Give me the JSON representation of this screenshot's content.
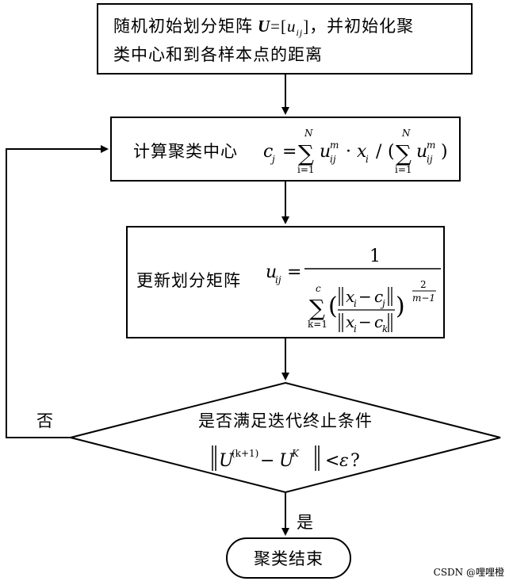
{
  "steps": {
    "init": {
      "line1": "随机初始划分矩阵",
      "line1_formula_U": "U",
      "line1_formula_eq": "=[",
      "line1_formula_u": "u",
      "line1_formula_sub": "ij",
      "line1_formula_close": "]",
      "line1_tail": "，并初始化聚",
      "line2": "类中心和到各样本点的距离"
    },
    "compute_centers": {
      "label": "计算聚类中心",
      "formula": {
        "c": "c",
        "c_sub": "j",
        "equals": "=",
        "sum_top": "N",
        "sum_bottom": "i=1",
        "u": "u",
        "u_sup": "m",
        "u_sub": "ij",
        "dot": "·",
        "x": "x",
        "x_sub": "i",
        "slash": "/",
        "open_paren": "(",
        "close_paren": ")"
      }
    },
    "update_matrix": {
      "label": "更新划分矩阵",
      "formula": {
        "u": "u",
        "u_sub": "ij",
        "equals": "=",
        "numerator": "1",
        "sum_top": "c",
        "sum_bottom": "k=1",
        "open_paren": "(",
        "close_paren": ")",
        "top_expr": "x",
        "top_sub": "i",
        "top_minus": " − ",
        "top_c": "c",
        "top_c_sub": "j",
        "bottom_expr": "x",
        "bottom_sub": "i",
        "bottom_minus": " − ",
        "bottom_c": "c",
        "bottom_c_sub": "k",
        "exp_num": "2",
        "exp_den": "m−1"
      }
    },
    "condition": {
      "line1": "是否满足迭代终止条件",
      "formula": {
        "U1": "U",
        "U1_sup": "(k+1)",
        "minus": " − ",
        "U2": "U",
        "U2_sup": "K",
        "lt": "<",
        "eps": "ε",
        "q": "?"
      }
    },
    "end": {
      "label": "聚类结束"
    }
  },
  "edges": {
    "no_label": "否",
    "yes_label": "是"
  },
  "watermark": "CSDN @哩哩橙"
}
